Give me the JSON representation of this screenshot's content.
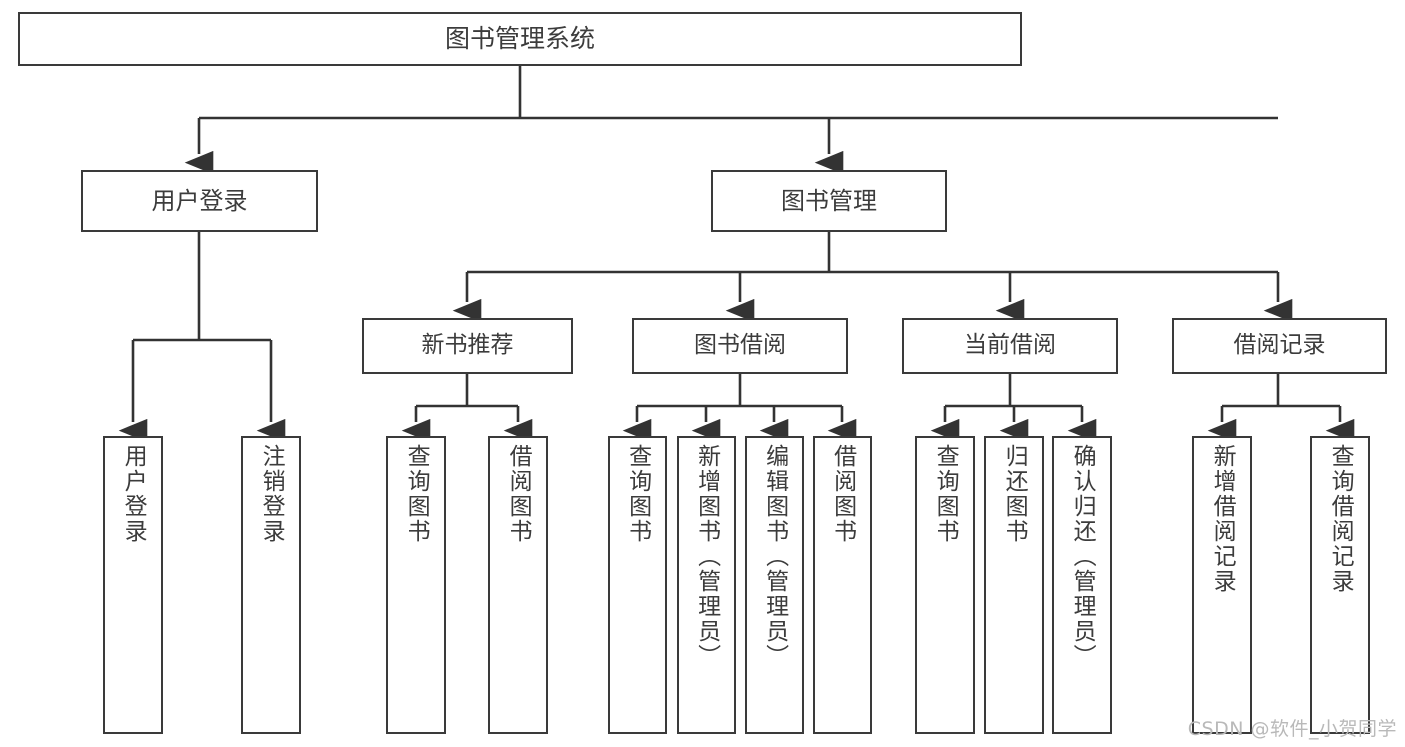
{
  "diagram": {
    "title": "图书管理系统",
    "watermark": "CSDN @软件_小贺同学",
    "colors": {
      "box_border": "#3a3a3a",
      "connector": "#333333",
      "text": "#3c3c3c",
      "background": "#ffffff",
      "watermark": "#b9b9b9"
    },
    "root": {
      "label": "图书管理系统"
    },
    "level2": [
      {
        "label": "用户登录"
      },
      {
        "label": "图书管理"
      }
    ],
    "level3": [
      {
        "label": "新书推荐"
      },
      {
        "label": "图书借阅"
      },
      {
        "label": "当前借阅"
      },
      {
        "label": "借阅记录"
      }
    ],
    "leaves": {
      "user_login": [
        {
          "label": "用户登录"
        },
        {
          "label": "注销登录"
        }
      ],
      "new_book_recommend": [
        {
          "label": "查询图书"
        },
        {
          "label": "借阅图书"
        }
      ],
      "book_borrow": [
        {
          "label": "查询图书"
        },
        {
          "label": "新增图书（管理员）"
        },
        {
          "label": "编辑图书（管理员）"
        },
        {
          "label": "借阅图书"
        }
      ],
      "current_borrow": [
        {
          "label": "查询图书"
        },
        {
          "label": "归还图书"
        },
        {
          "label": "确认归还（管理员）"
        }
      ],
      "borrow_record": [
        {
          "label": "新增借阅记录"
        },
        {
          "label": "查询借阅记录"
        }
      ]
    }
  }
}
